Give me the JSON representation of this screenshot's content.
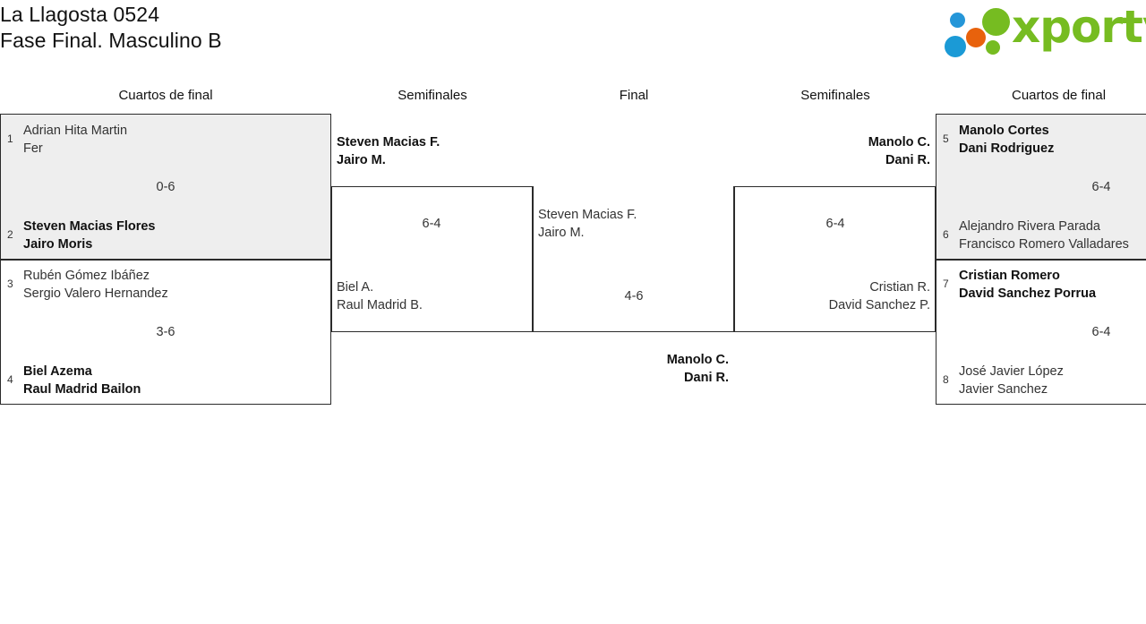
{
  "header": {
    "title_line1": "La Llagosta 0524",
    "title_line2": "Fase Final. Masculino B",
    "logo_text": "xporty",
    "logo_colors": {
      "green": "#76bc21",
      "blue": "#1b9ad6",
      "orange": "#e8620c"
    }
  },
  "rounds": [
    {
      "label": "Cuartos de final",
      "side": "left"
    },
    {
      "label": "Semifinales",
      "side": "left"
    },
    {
      "label": "Final",
      "side": "center"
    },
    {
      "label": "Semifinales",
      "side": "right"
    },
    {
      "label": "Cuartos de final",
      "side": "right"
    }
  ],
  "matches": {
    "qf1": {
      "score": "0-6",
      "shaded": true,
      "top": {
        "seed": "1",
        "player1": "Adrian Hita Martin",
        "player2": "Fer",
        "winner": false
      },
      "bottom": {
        "seed": "2",
        "player1": "Steven Macias Flores",
        "player2": "Jairo Moris",
        "winner": true
      }
    },
    "qf2": {
      "score": "3-6",
      "shaded": false,
      "top": {
        "seed": "3",
        "player1": "Rubén Gómez Ibáñez",
        "player2": "Sergio Valero Hernandez",
        "winner": false
      },
      "bottom": {
        "seed": "4",
        "player1": "Biel Azema",
        "player2": "Raul Madrid Bailon",
        "winner": true
      }
    },
    "qf3": {
      "score": "6-4",
      "shaded": true,
      "top": {
        "seed": "5",
        "player1": "Manolo Cortes",
        "player2": "Dani Rodriguez",
        "winner": true
      },
      "bottom": {
        "seed": "6",
        "player1": "Alejandro Rivera Parada",
        "player2": "Francisco Romero Valladares",
        "winner": false
      }
    },
    "qf4": {
      "score": "6-4",
      "shaded": false,
      "top": {
        "seed": "7",
        "player1": "Cristian Romero",
        "player2": "David Sanchez Porrua",
        "winner": true
      },
      "bottom": {
        "seed": "8",
        "player1": "José Javier López",
        "player2": "Javier Sanchez",
        "winner": false
      }
    },
    "sf1": {
      "score": "6-4",
      "top": {
        "player1": "Steven Macias F.",
        "player2": "Jairo M.",
        "winner": true
      },
      "bottom": {
        "player1": "Biel A.",
        "player2": "Raul Madrid B.",
        "winner": false
      }
    },
    "sf2": {
      "score": "6-4",
      "top": {
        "player1": "Manolo C.",
        "player2": "Dani R.",
        "winner": true
      },
      "bottom": {
        "player1": "Cristian R.",
        "player2": "David Sanchez P.",
        "winner": false
      }
    },
    "final": {
      "score": "4-6",
      "top": {
        "player1": "Steven Macias F.",
        "player2": "Jairo M.",
        "winner": false
      },
      "bottom": {
        "player1": "Manolo C.",
        "player2": "Dani R.",
        "winner": true
      }
    }
  }
}
